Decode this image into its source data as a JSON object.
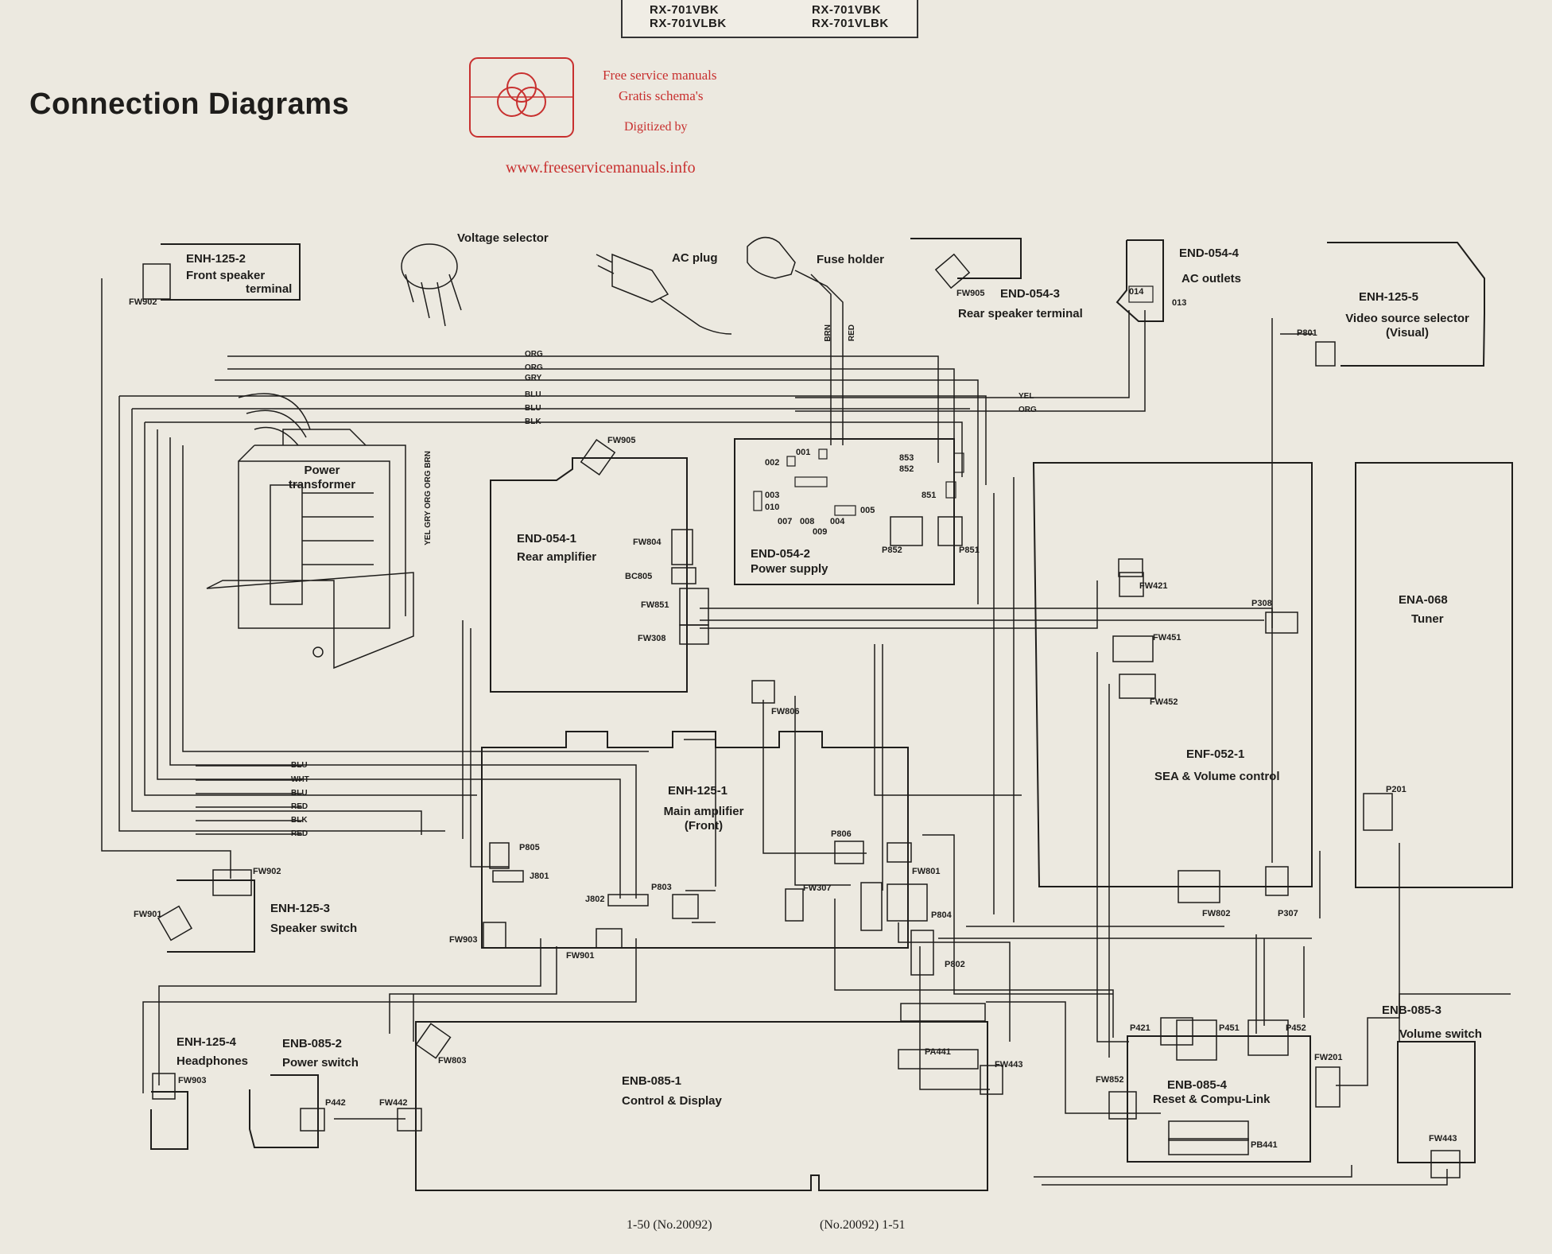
{
  "header": {
    "model_left": [
      "RX-701VBK",
      "RX-701VLBK"
    ],
    "model_right": [
      "RX-701VBK",
      "RX-701VLBK"
    ]
  },
  "title": "Connection Diagrams",
  "watermark": {
    "line1": "Free service manuals",
    "line2": "Gratis schema's",
    "line3": "Digitized by",
    "url": "www.freeservicemanuals.info",
    "color": "#c8302f"
  },
  "components": {
    "voltage_selector": "Voltage selector",
    "ac_plug": "AC plug",
    "fuse_holder": "Fuse holder",
    "power_transformer": [
      "Power",
      "transformer"
    ]
  },
  "boards": {
    "front_speaker": {
      "code": "ENH-125-2",
      "name": [
        "Front speaker",
        "terminal"
      ]
    },
    "rear_speaker": {
      "code": "END-054-3",
      "name": "Rear speaker terminal"
    },
    "ac_outlets": {
      "code": "END-054-4",
      "name": "AC outlets"
    },
    "video_source": {
      "code": "ENH-125-5",
      "name": [
        "Video source selector",
        "(Visual)"
      ]
    },
    "rear_amp": {
      "code": "END-054-1",
      "name": "Rear amplifier"
    },
    "power_supply": {
      "code": "END-054-2",
      "name": "Power supply"
    },
    "sea_volume": {
      "code": "ENF-052-1",
      "name": "SEA & Volume control"
    },
    "tuner": {
      "code": "ENA-068",
      "name": "Tuner"
    },
    "main_amp": {
      "code": "ENH-125-1",
      "name": [
        "Main amplifier",
        "(Front)"
      ]
    },
    "speaker_switch": {
      "code": "ENH-125-3",
      "name": "Speaker switch"
    },
    "headphones": {
      "code": "ENH-125-4",
      "name": "Headphones"
    },
    "power_switch": {
      "code": "ENB-085-2",
      "name": "Power switch"
    },
    "control_display": {
      "code": "ENB-085-1",
      "name": "Control & Display"
    },
    "reset_compulink": {
      "code": "ENB-085-4",
      "name": "Reset & Compu-Link"
    },
    "volume_switch": {
      "code": "ENB-085-3",
      "name": "Volume switch"
    }
  },
  "wire_colors": {
    "top_bundle": [
      "ORG",
      "ORG",
      "GRY",
      "BLU",
      "BLU",
      "BLK"
    ],
    "transformer_leads": "YEL GRY ORG ORG BRN",
    "fuse_leads": [
      "BRN",
      "RED"
    ],
    "ac_leads": [
      "YEL",
      "ORG"
    ],
    "lower_bundle": [
      "BLU",
      "WHT",
      "BLU",
      "RED",
      "BLK",
      "RED"
    ]
  },
  "connectors": {
    "fw902_front": "FW902",
    "fw905_rear": "FW905",
    "p801": "P801",
    "fw905_amp": "FW905",
    "fw804": "FW804",
    "bc805": "BC805",
    "fw851": "FW851",
    "fw308": "FW308",
    "p852": "P852",
    "p851": "P851",
    "t853": "853",
    "t852": "852",
    "t851": "851",
    "t001": "001",
    "t002": "002",
    "t003": "003",
    "t010": "010",
    "t007": "007",
    "t008": "008",
    "t009": "009",
    "t004": "004",
    "t005": "005",
    "t014": "014",
    "t013": "013",
    "fw421": "FW421",
    "fw451": "FW451",
    "fw452": "FW452",
    "p308": "P308",
    "fw806": "FW806",
    "p805": "P805",
    "j801": "J801",
    "j802": "J802",
    "p803": "P803",
    "p806": "P806",
    "fw801": "FW801",
    "p804": "P804",
    "fw307": "FW307",
    "p802": "P802",
    "fw802": "FW802",
    "p307": "P307",
    "p201": "P201",
    "fw902_sw": "FW902",
    "fw901_sw": "FW901",
    "fw903": "FW903",
    "fw901": "FW901",
    "fw903_hp": "FW903",
    "p442": "P442",
    "fw442": "FW442",
    "fw803": "FW803",
    "pa441": "PA441",
    "fw443": "FW443",
    "p421": "P421",
    "p451": "P451",
    "p452": "P452",
    "fw852": "FW852",
    "fw201": "FW201",
    "pb441": "PB441",
    "fw443_vol": "FW443"
  },
  "page_numbers": {
    "left": "1-50 (No.20092)",
    "right": "(No.20092) 1-51"
  }
}
